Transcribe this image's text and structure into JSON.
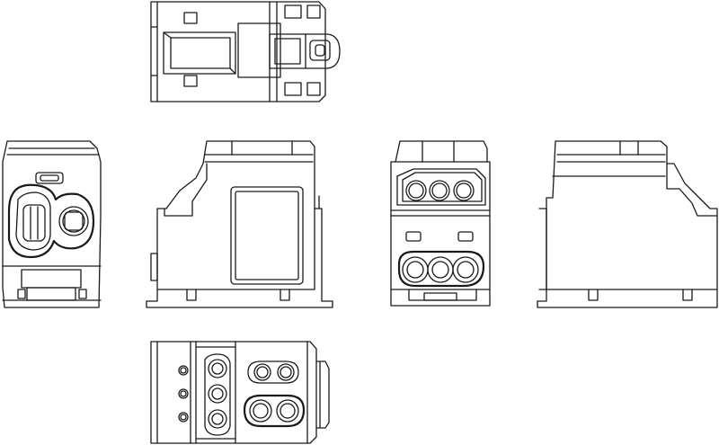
{
  "drawing": {
    "stroke_color": "#1a1a1a",
    "background_color": "#ffffff",
    "views": [
      "top-view",
      "left-side-view",
      "front-view",
      "rear-view",
      "right-side-view",
      "bottom-view"
    ]
  }
}
